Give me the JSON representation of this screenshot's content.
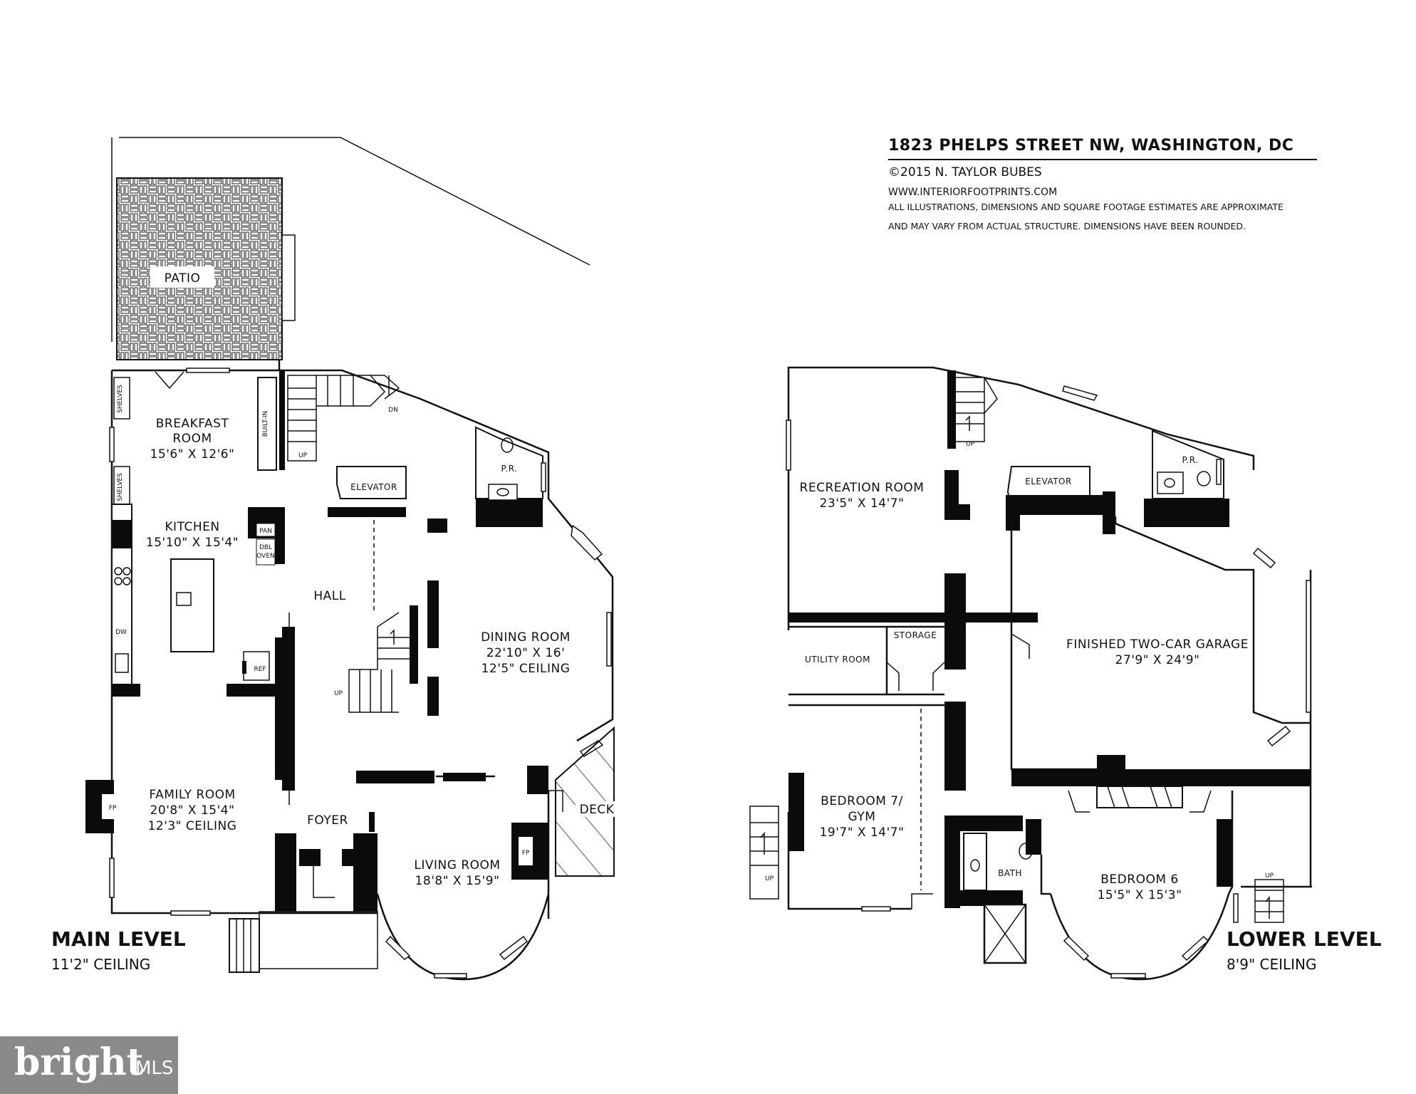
{
  "header": {
    "address": "1823 PHELPS STREET NW, WASHINGTON, DC",
    "copyright": "©2015 N. TAYLOR BUBES",
    "website": "WWW.INTERIORFOOTPRINTS.COM",
    "disclaimer_1": "ALL ILLUSTRATIONS, DIMENSIONS AND SQUARE FOOTAGE ESTIMATES ARE APPROXIMATE",
    "disclaimer_2": "AND MAY VARY FROM ACTUAL STRUCTURE. DIMENSIONS HAVE BEEN ROUNDED."
  },
  "main_level": {
    "title": "MAIN LEVEL",
    "ceiling": "11'2\" CEILING",
    "patio": "PATIO",
    "breakfast_1": "BREAKFAST",
    "breakfast_2": "ROOM",
    "breakfast_dim": "15'6\" X 12'6\"",
    "shelves": "SHELVES",
    "built_in": "BUILT-IN",
    "kitchen": "KITCHEN",
    "kitchen_dim": "15'10\" X 15'4\"",
    "pan": "PAN",
    "dbl_oven_1": "DBL",
    "dbl_oven_2": "OVEN",
    "dw": "DW",
    "ref": "REF",
    "elevator": "ELEVATOR",
    "pr": "P.R.",
    "dn": "DN",
    "up": "UP",
    "hall": "HALL",
    "dining": "DINING ROOM",
    "dining_dim": "22'10\" X 16'",
    "dining_ceiling": "12'5\" CEILING",
    "family": "FAMILY ROOM",
    "family_dim": "20'8\" X 15'4\"",
    "family_ceiling": "12'3\" CEILING",
    "fp": "FP",
    "foyer": "FOYER",
    "living": "LIVING ROOM",
    "living_dim": "18'8\" X 15'9\"",
    "deck": "DECK"
  },
  "lower_level": {
    "title": "LOWER LEVEL",
    "ceiling": "8'9\" CEILING",
    "recreation": "RECREATION ROOM",
    "recreation_dim": "23'5\" X 14'7\"",
    "elevator": "ELEVATOR",
    "pr": "P.R.",
    "up": "UP",
    "utility": "UTILITY ROOM",
    "storage": "STORAGE",
    "garage": "FINISHED TWO-CAR GARAGE",
    "garage_dim": "27'9\" X 24'9\"",
    "bedroom7_1": "BEDROOM 7/",
    "bedroom7_2": "GYM",
    "bedroom7_dim": "19'7\" X 14'7\"",
    "bath": "BATH",
    "bedroom6": "BEDROOM 6",
    "bedroom6_dim": "15'5\" X 15'3\""
  },
  "logo": {
    "brand": "bright",
    "suffix": "MLS"
  }
}
